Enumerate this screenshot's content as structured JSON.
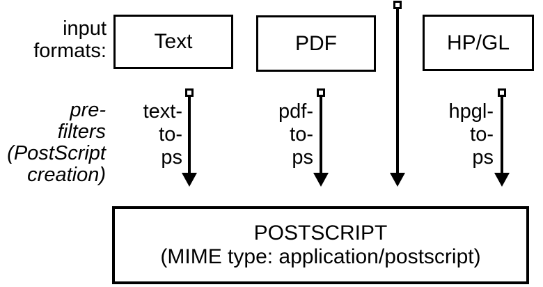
{
  "diagram": {
    "row_labels": {
      "input_formats": "input\nformats:",
      "prefilters": "pre-\nfilters\n(PostScript\ncreation)"
    },
    "formats": {
      "text": "Text",
      "pdf": "PDF",
      "hpgl": "HP/GL"
    },
    "filters": {
      "texttops": "text-\nto-\nps",
      "pdftops": "pdf-\nto-\nps",
      "hpgltops": "hpgl-\nto-\nps"
    },
    "output": {
      "title": "POSTSCRIPT",
      "subtitle": "(MIME type: application/postscript)"
    },
    "colors": {
      "ink": "#000000",
      "background": "#ffffff"
    }
  }
}
